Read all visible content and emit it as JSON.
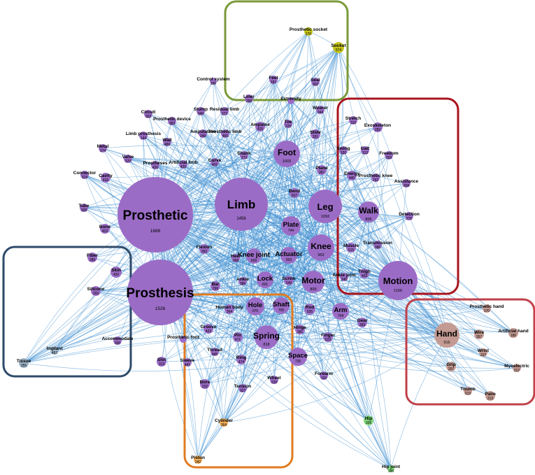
{
  "colors": {
    "purple": "#9b6cc6",
    "yellow": "#c4c41c",
    "pink": "#c49b93",
    "orange": "#f1ad58",
    "blue": "#9eb4c8",
    "green": "#7fd67a",
    "edge": "#3f8fd2",
    "box_green": "#7a9a3a",
    "box_red": "#a8141e",
    "box_pink": "#c0404a",
    "box_navy": "#2e4a6a",
    "box_orange": "#e07b22"
  },
  "clusters": [
    {
      "id": "socket-group",
      "color": "box_green"
    },
    {
      "id": "motion-group",
      "color": "box_red"
    },
    {
      "id": "hand-group",
      "color": "box_pink"
    },
    {
      "id": "implant-group",
      "color": "box_navy"
    },
    {
      "id": "spring-group",
      "color": "box_orange"
    }
  ],
  "nodes": [
    {
      "id": "prosthetic",
      "label": "Prosthetic",
      "value": "1688",
      "color": "purple"
    },
    {
      "id": "prosthesis",
      "label": "Prosthesis",
      "value": "1526",
      "color": "purple"
    },
    {
      "id": "limb",
      "label": "Limb",
      "value": "1456",
      "color": "purple"
    },
    {
      "id": "motion",
      "label": "Motion",
      "value": "1109",
      "color": "purple"
    },
    {
      "id": "leg",
      "label": "Leg",
      "value": "1093",
      "color": "purple"
    },
    {
      "id": "foot",
      "label": "Foot",
      "value": "1003",
      "color": "purple"
    },
    {
      "id": "knee",
      "label": "Knee",
      "value": "953",
      "color": "purple"
    },
    {
      "id": "hand",
      "label": "Hand",
      "value": "916",
      "color": "pink"
    },
    {
      "id": "spring",
      "label": "Spring",
      "value": "818",
      "color": "purple"
    },
    {
      "id": "motor",
      "label": "Motor",
      "value": "809",
      "color": "purple"
    },
    {
      "id": "walk",
      "label": "Walk",
      "value": "805",
      "color": "purple"
    },
    {
      "id": "plate",
      "label": "Plate",
      "value": "744",
      "color": "purple"
    },
    {
      "id": "space",
      "label": "Space",
      "value": "726",
      "color": "purple"
    },
    {
      "id": "hole",
      "label": "Hole",
      "value": "670",
      "color": "purple"
    },
    {
      "id": "lock",
      "label": "Lock",
      "value": "601",
      "color": "purple"
    },
    {
      "id": "actuator",
      "label": "Actuator",
      "value": "603",
      "color": "purple"
    },
    {
      "id": "knee-joint",
      "label": "Knee joint",
      "value": "609",
      "color": "purple"
    },
    {
      "id": "arm",
      "label": "Arm",
      "value": "704",
      "color": "purple"
    },
    {
      "id": "shaft",
      "label": "Shaft",
      "value": "705",
      "color": "purple"
    },
    {
      "id": "socket",
      "label": "Socket",
      "value": "574",
      "color": "yellow"
    },
    {
      "id": "prosthetic-socket",
      "label": "Prosthetic socket",
      "value": "176",
      "color": "yellow"
    },
    {
      "id": "feet",
      "label": "Feet",
      "value": "181",
      "color": "purple"
    },
    {
      "id": "seal",
      "label": "Seal",
      "value": "302",
      "color": "purple"
    },
    {
      "id": "liner",
      "label": "Liner",
      "value": "268",
      "color": "purple"
    },
    {
      "id": "extremity",
      "label": "Extremity",
      "value": "",
      "color": "purple"
    },
    {
      "id": "control-system",
      "label": "Control system",
      "value": "256",
      "color": "purple"
    },
    {
      "id": "wearer",
      "label": "Wearer",
      "value": "344",
      "color": "purple"
    },
    {
      "id": "stump",
      "label": "Stump",
      "value": "349",
      "color": "purple"
    },
    {
      "id": "residual-limb",
      "label": "Residual limb",
      "value": "372",
      "color": "purple"
    },
    {
      "id": "circuit",
      "label": "Circuit",
      "value": "302",
      "color": "purple"
    },
    {
      "id": "prosthetic-device",
      "label": "Prosthetic device",
      "value": "383",
      "color": "purple"
    },
    {
      "id": "amputee",
      "label": "Amputee",
      "value": "425",
      "color": "purple"
    },
    {
      "id": "toe",
      "label": "Toe",
      "value": "229",
      "color": "purple"
    },
    {
      "id": "amputation",
      "label": "Amputation",
      "value": "248",
      "color": "purple"
    },
    {
      "id": "prosthetic-limb",
      "label": "Prosthetic limb",
      "value": "465",
      "color": "purple"
    },
    {
      "id": "slide",
      "label": "Slide",
      "value": "391",
      "color": "purple"
    },
    {
      "id": "limb-prosthesis",
      "label": "Limb prosthesis",
      "value": "144",
      "color": "purple"
    },
    {
      "id": "wall",
      "label": "Wall",
      "value": "486",
      "color": "purple"
    },
    {
      "id": "metal",
      "label": "Metal",
      "value": "274",
      "color": "purple"
    },
    {
      "id": "valve",
      "label": "Valve",
      "value": "370",
      "color": "purple"
    },
    {
      "id": "prostheses",
      "label": "Prostheses",
      "value": "426",
      "color": "purple"
    },
    {
      "id": "artificial-limb",
      "label": "Artificial limb",
      "value": "425",
      "color": "purple"
    },
    {
      "id": "curve",
      "label": "Curve",
      "value": "402",
      "color": "purple"
    },
    {
      "id": "shank",
      "label": "Shank",
      "value": "273",
      "color": "purple"
    },
    {
      "id": "plane",
      "label": "Plane",
      "value": "387",
      "color": "purple"
    },
    {
      "id": "connector",
      "label": "Connector",
      "value": "374",
      "color": "purple"
    },
    {
      "id": "cavity",
      "label": "Cavity",
      "value": "416",
      "color": "purple"
    },
    {
      "id": "bend",
      "label": "Bend",
      "value": "507",
      "color": "purple"
    },
    {
      "id": "tube",
      "label": "Tube",
      "value": "328",
      "color": "purple"
    },
    {
      "id": "bone",
      "label": "Bone",
      "value": "423",
      "color": "purple"
    },
    {
      "id": "flexion",
      "label": "Flexion",
      "value": "392",
      "color": "purple"
    },
    {
      "id": "heel",
      "label": "Heel",
      "value": "368",
      "color": "purple"
    },
    {
      "id": "ankle",
      "label": "Ankle",
      "value": "386",
      "color": "purple"
    },
    {
      "id": "bar",
      "label": "Bar",
      "value": "296",
      "color": "purple"
    },
    {
      "id": "screw",
      "label": "Screw",
      "value": "549",
      "color": "purple"
    },
    {
      "id": "stretch",
      "label": "Stretch",
      "value": "310",
      "color": "purple"
    },
    {
      "id": "exoskeleton",
      "label": "Exoskeleton",
      "value": "282",
      "color": "purple"
    },
    {
      "id": "swing",
      "label": "Swing",
      "value": "320",
      "color": "purple"
    },
    {
      "id": "gait",
      "label": "Gait",
      "value": "313",
      "color": "purple"
    },
    {
      "id": "freedom",
      "label": "Freedom",
      "value": "269",
      "color": "purple"
    },
    {
      "id": "energy",
      "label": "Energy",
      "value": "440",
      "color": "purple"
    },
    {
      "id": "prosthetic-knee",
      "label": "Prosthetic knee",
      "value": "152",
      "color": "purple"
    },
    {
      "id": "assistance",
      "label": "Assistance",
      "value": "268",
      "color": "purple"
    },
    {
      "id": "detection",
      "label": "Detection",
      "value": "276",
      "color": "purple"
    },
    {
      "id": "muscle",
      "label": "Muscle",
      "value": "515",
      "color": "purple"
    },
    {
      "id": "transmission",
      "label": "Transmission",
      "value": "386",
      "color": "purple"
    },
    {
      "id": "thigh",
      "label": "Thigh",
      "value": "463",
      "color": "purple"
    },
    {
      "id": "ankle-joint",
      "label": "Ankle joint",
      "value": "245",
      "color": "purple"
    },
    {
      "id": "rod",
      "label": "Rod",
      "value": "535",
      "color": "purple"
    },
    {
      "id": "gear",
      "label": "Gear",
      "value": "399",
      "color": "purple"
    },
    {
      "id": "hinge",
      "label": "Hinge",
      "value": "381",
      "color": "purple"
    },
    {
      "id": "finger",
      "label": "Finger",
      "value": "523",
      "color": "purple"
    },
    {
      "id": "forearm",
      "label": "Forearm",
      "value": "193",
      "color": "purple"
    },
    {
      "id": "fiber",
      "label": "Fiber",
      "value": "288",
      "color": "purple"
    },
    {
      "id": "skin",
      "label": "Skin",
      "value": "420",
      "color": "purple"
    },
    {
      "id": "silicone",
      "label": "Silicone",
      "value": "293",
      "color": "purple"
    },
    {
      "id": "accommodate",
      "label": "Accommodate",
      "value": "300",
      "color": "purple"
    },
    {
      "id": "implant",
      "label": "Implant",
      "value": "457",
      "color": "blue"
    },
    {
      "id": "tissue",
      "label": "Tissue",
      "value": "355",
      "color": "blue"
    },
    {
      "id": "human-body",
      "label": "Human body",
      "value": "364",
      "color": "purple"
    },
    {
      "id": "groove",
      "label": "Groove",
      "value": "423",
      "color": "purple"
    },
    {
      "id": "pin",
      "label": "Pin",
      "value": "471",
      "color": "purple"
    },
    {
      "id": "prosthetic-foot",
      "label": "Prosthetic foot",
      "value": "",
      "color": "purple"
    },
    {
      "id": "thread",
      "label": "Thread",
      "value": "445",
      "color": "purple"
    },
    {
      "id": "ring",
      "label": "Ring",
      "value": "474",
      "color": "purple"
    },
    {
      "id": "slot",
      "label": "Slot",
      "value": "313",
      "color": "purple"
    },
    {
      "id": "sleeve",
      "label": "Sleeve",
      "value": "441",
      "color": "purple"
    },
    {
      "id": "bore",
      "label": "Bore",
      "value": "232",
      "color": "purple"
    },
    {
      "id": "tension",
      "label": "Tension",
      "value": "327",
      "color": "purple"
    },
    {
      "id": "wheel",
      "label": "Wheel",
      "value": "239",
      "color": "purple"
    },
    {
      "id": "cylinder",
      "label": "Cylinder",
      "value": "364",
      "color": "orange"
    },
    {
      "id": "piston",
      "label": "Piston",
      "value": "242",
      "color": "orange"
    },
    {
      "id": "hip",
      "label": "Hip",
      "value": "326",
      "color": "green"
    },
    {
      "id": "hip-joint",
      "label": "Hip joint",
      "value": "185",
      "color": "green"
    },
    {
      "id": "prosthetic-hand",
      "label": "Prosthetic hand",
      "value": "170",
      "color": "pink"
    },
    {
      "id": "wire",
      "label": "Wire",
      "value": "357",
      "color": "pink"
    },
    {
      "id": "artificial-hand",
      "label": "Artificial hand",
      "value": "180",
      "color": "pink"
    },
    {
      "id": "wrist",
      "label": "Wrist",
      "value": "237",
      "color": "pink"
    },
    {
      "id": "grip",
      "label": "Grip",
      "value": "297",
      "color": "pink"
    },
    {
      "id": "myoelectric",
      "label": "Myoelectric",
      "value": "217",
      "color": "pink"
    },
    {
      "id": "thumb",
      "label": "Thumb",
      "value": "213",
      "color": "pink"
    },
    {
      "id": "palm",
      "label": "Palm",
      "value": "213",
      "color": "pink"
    }
  ]
}
